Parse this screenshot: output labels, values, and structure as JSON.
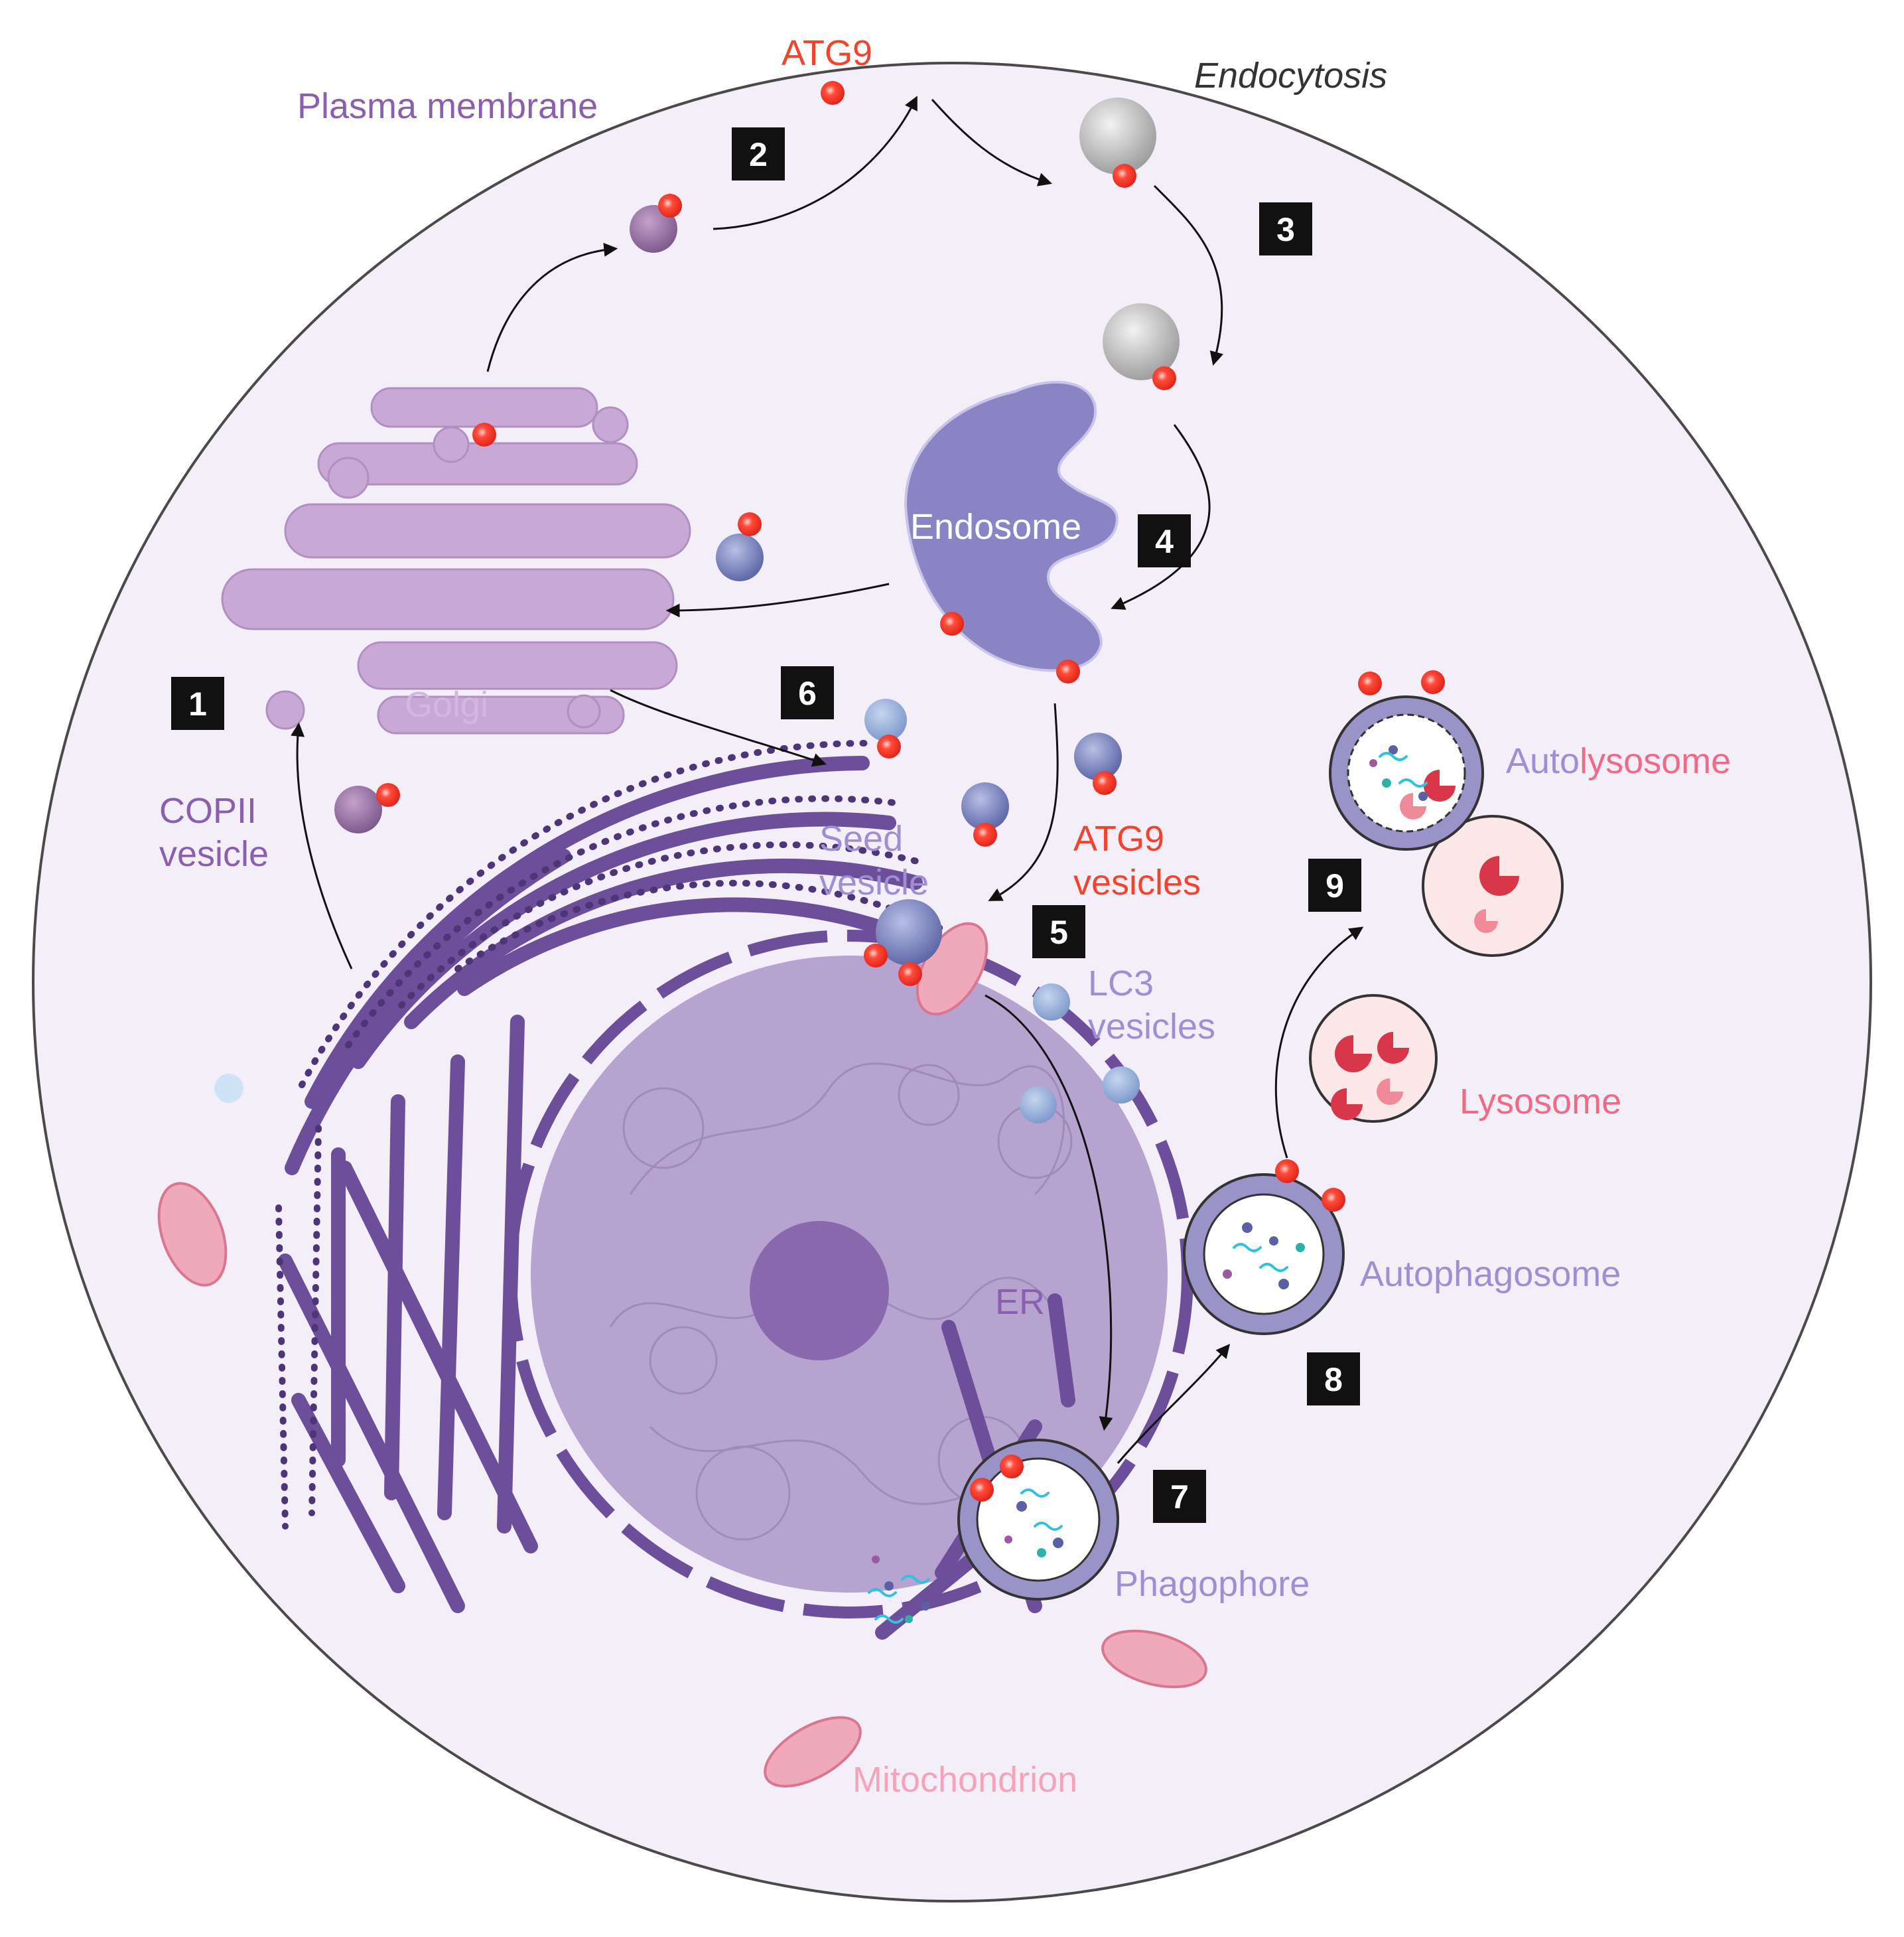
{
  "labels": {
    "plasma_membrane": "Plasma membrane",
    "atg9_top": "ATG9",
    "endocytosis": "Endocytosis",
    "endosome": "Endosome",
    "golgi": "Golgi",
    "copii_line1": "COPII",
    "copii_line2": "vesicle",
    "seed_line1": "Seed",
    "seed_line2": "vesicle",
    "atg9v_line1": "ATG9",
    "atg9v_line2": "vesicles",
    "lc3_line1": "LC3",
    "lc3_line2": "vesicles",
    "autolysosome_a": "Auto",
    "autolysosome_b": "lysosome",
    "lysosome": "Lysosome",
    "autophagosome": "Autophagosome",
    "er": "ER",
    "phagophore": "Phagophore",
    "mitochondrion": "Mitochondrion"
  },
  "steps": [
    "1",
    "2",
    "3",
    "4",
    "5",
    "6",
    "7",
    "8",
    "9"
  ],
  "colors": {
    "cell_fill": "#f3eef8",
    "cell_stroke": "#4a4a4a",
    "atg9_red": "#ff3b2f",
    "golgi": "#c9a8d6",
    "endosome": "#8b84c4",
    "er": "#6d4e9a",
    "nucleus": "#b7a3cf",
    "nucleolus": "#8a68ad",
    "lysosome_fill": "#fbe6e8",
    "lysosome_red": "#d8374a",
    "mito": "#f0a9bb",
    "text_purple": "#8a5fae",
    "text_lavender": "#9f8fd2",
    "text_red": "#f0442e",
    "text_pink": "#f06a86",
    "text_pinklight": "#f4a3b8",
    "text_dark": "#333333",
    "step_box": "#111111"
  }
}
